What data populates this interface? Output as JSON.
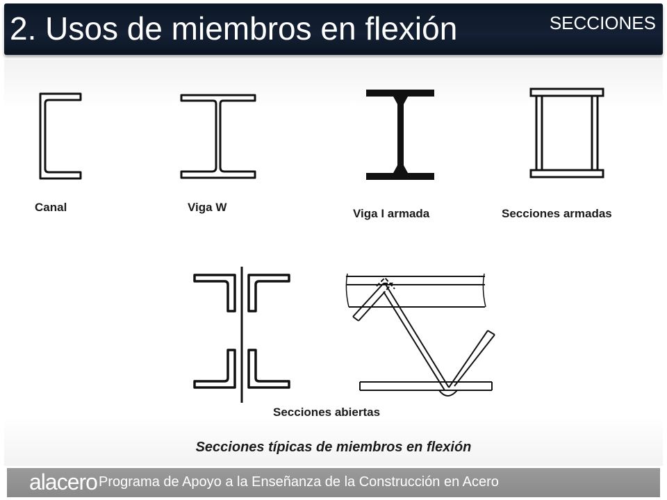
{
  "header": {
    "title": "2. Usos de miembros en flexión",
    "section": "SECCIONES"
  },
  "labels": {
    "canal": "Canal",
    "viga_w": "Viga W",
    "viga_i_armada": "Viga I armada",
    "secciones_armadas": "Secciones armadas",
    "secciones_abiertas": "Secciones abiertas"
  },
  "caption": "Secciones típicas de miembros en flexión",
  "footer": {
    "logo": "alacero",
    "program": "Programa de Apoyo a la Enseñanza de la Construcción en Acero"
  },
  "colors": {
    "header_bg": "#101b2b",
    "footer_bg": "#8f8f8f",
    "line": "#111111"
  }
}
